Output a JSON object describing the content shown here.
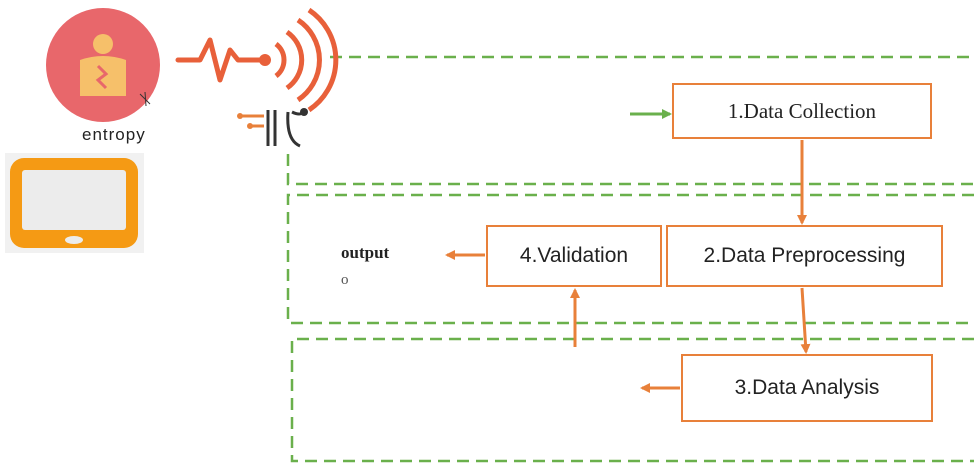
{
  "colors": {
    "box_border": "#e8803a",
    "arrow_orange": "#e8803a",
    "arrow_green": "#6ab04c",
    "dashed_green": "#6ab04c",
    "icon_circle": "#e8676b",
    "tablet": "#f59a14"
  },
  "icons": {
    "patient": "patient-body-icon",
    "signal": "heartbeat-signal-icon",
    "tablet": "tablet-device-icon",
    "sensor": "sensor-node-icon"
  },
  "labels": {
    "entropy": "entropy",
    "output": "output",
    "output_sub": "o"
  },
  "steps": {
    "collection": "1.Data Collection",
    "preprocessing": "2.Data Preprocessing",
    "analysis": "3.Data Analysis",
    "validation": "4.Validation"
  }
}
